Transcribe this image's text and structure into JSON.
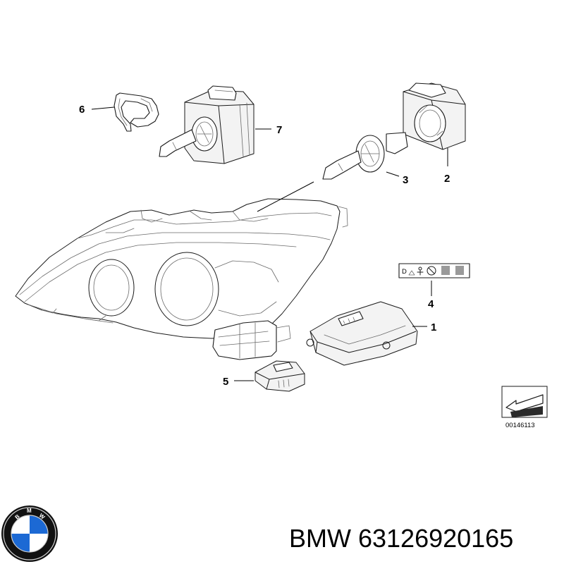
{
  "diagram": {
    "callouts": [
      {
        "id": "1",
        "label": "1"
      },
      {
        "id": "2",
        "label": "2"
      },
      {
        "id": "3",
        "label": "3"
      },
      {
        "id": "4",
        "label": "4"
      },
      {
        "id": "5",
        "label": "5"
      },
      {
        "id": "6",
        "label": "6"
      },
      {
        "id": "7",
        "label": "7"
      }
    ],
    "label_sticker_text": "D",
    "reference_code": "00146113"
  },
  "brand": {
    "name": "BMW",
    "part_number": "63126920165",
    "caption": "BMW 63126920165",
    "logo_letters": [
      "B",
      "M",
      "W"
    ],
    "colors": {
      "logo_blue": "#1c69d4",
      "logo_ring": "#111111",
      "logo_white": "#ffffff"
    }
  }
}
